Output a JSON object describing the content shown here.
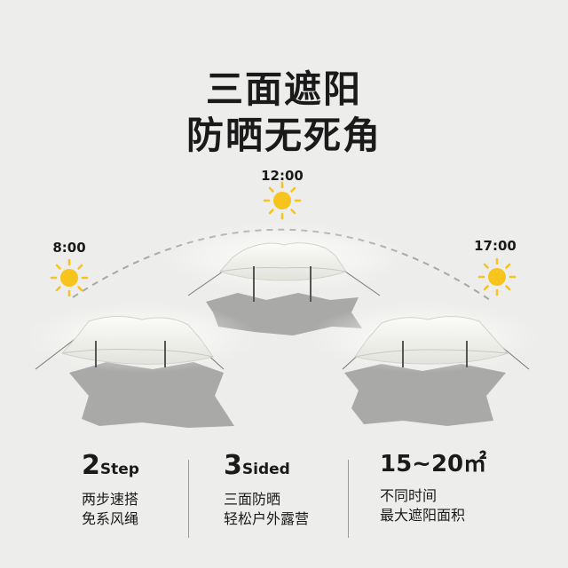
{
  "headline": {
    "line1": "三面遮阳",
    "line2": "防晒无死角"
  },
  "suns": [
    {
      "time": "8:00"
    },
    {
      "time": "12:00"
    },
    {
      "time": "17:00"
    }
  ],
  "icons": {
    "sun": "sun-icon"
  },
  "colors": {
    "sun": "#f7c31d",
    "shadow": "#9c9c9c",
    "canopy": "#f4f4f0",
    "arc": "#a8a8a8"
  },
  "features": [
    {
      "big": "2",
      "small": "Step",
      "lines": [
        "两步速搭",
        "免系风绳"
      ]
    },
    {
      "big": "3",
      "small": "Sided",
      "lines": [
        "三面防晒",
        "轻松户外露营"
      ]
    },
    {
      "big": "15~20㎡",
      "small": "",
      "lines": [
        "不同时间",
        "最大遮阳面积"
      ]
    }
  ]
}
